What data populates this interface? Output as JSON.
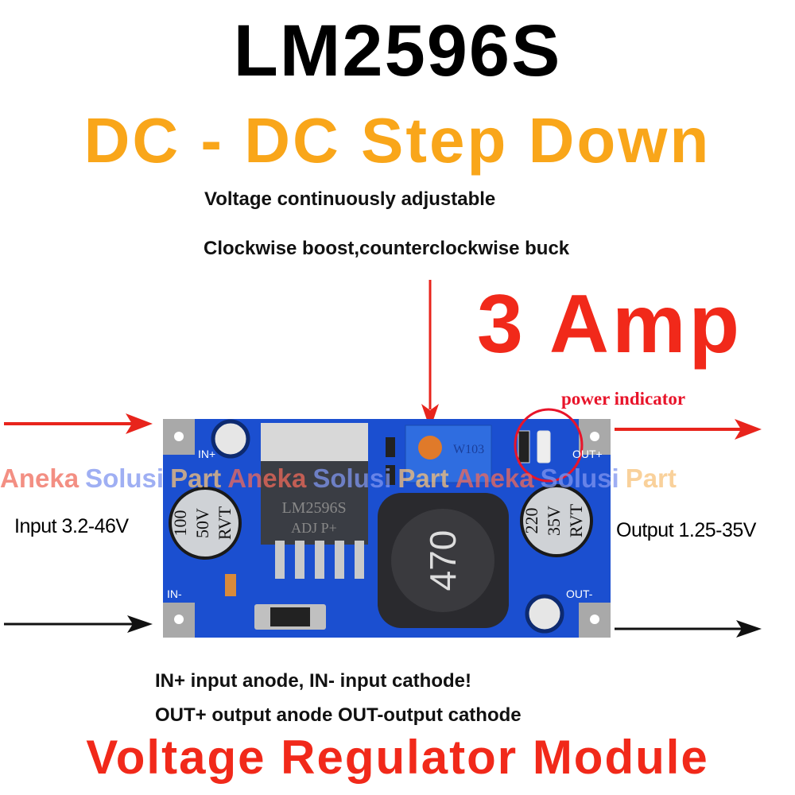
{
  "header": {
    "title": "LM2596S",
    "subtitle": "DC - DC Step Down",
    "feature_1": "Voltage continuously adjustable",
    "feature_2": "Clockwise boost,counterclockwise buck",
    "current_rating": "3 Amp"
  },
  "board": {
    "power_indicator_label": "power indicator",
    "input_label": "Input 3.2-46V",
    "output_label": "Output 1.25-35V",
    "pin_in_plus": "IN+",
    "pin_in_minus": "IN-",
    "pin_out_plus": "OUT+",
    "pin_out_minus": "OUT-",
    "input_cap": [
      "100",
      "50V",
      "RVT"
    ],
    "output_cap": [
      "220",
      "35V",
      "RVT"
    ],
    "inductor_marking": "470",
    "chip_marking": [
      "LM2596S",
      "ADJ  P+"
    ],
    "pot_marking": "W103"
  },
  "notes": {
    "line_1": "IN+ input anode, IN- input cathode!",
    "line_2": "OUT+ output anode OUT-output cathode"
  },
  "footer": "Voltage Regulator Module",
  "watermark": {
    "words": [
      "Aneka",
      "Solusi",
      "Part"
    ],
    "colors": {
      "aneka": "#f06a5a",
      "solusi": "#7f95f0",
      "part": "#f8c27a"
    }
  },
  "colors": {
    "accent_orange": "#f9a61a",
    "accent_red": "#f1291a",
    "pcb_blue": "#1b4fd0"
  }
}
